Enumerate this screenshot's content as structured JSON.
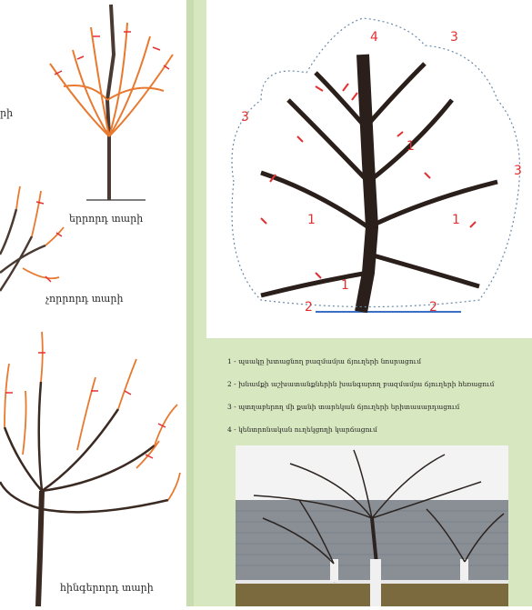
{
  "left_labels": {
    "cut_text": "րի",
    "third_year": "երրորդ տարի",
    "fourth_year": "չորրորդ տարի",
    "fifth_year": "հինգերորդ տարի"
  },
  "diagram_numbers": [
    "4",
    "3",
    "3",
    "3",
    "1",
    "1",
    "1",
    "1",
    "2",
    "2"
  ],
  "legend": [
    "1 - պսակը խտացնող բազմամյա ճյուղերի նոսրացում",
    "2 - խնամքի աշխատանքներին խանգարող բազմամյա ճյուղերի հեռացում",
    "3 - պտղաբերող մի քանի տարեկան ճյուղերի երիտասարդացում",
    "4 - կենտրոնական ուղեկցողի կարճացում"
  ],
  "colors": {
    "cut_marks": "#e53030",
    "branches": "#3a2a22",
    "young_shoots": "#e8792f",
    "panel_bg": "#d7e7c0"
  }
}
